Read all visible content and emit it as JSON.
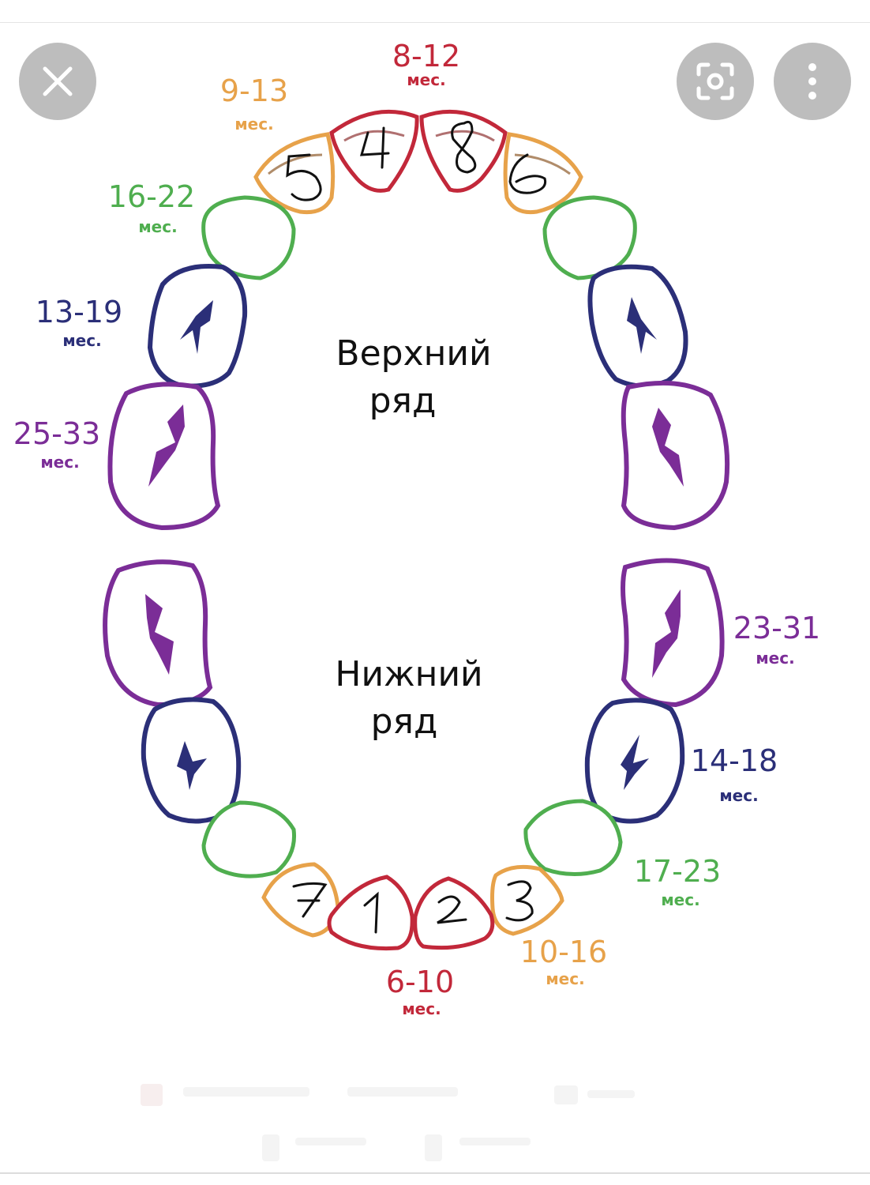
{
  "toolbar": {
    "close_icon": "close-icon",
    "lens_icon": "lens-search-icon",
    "more_icon": "more-vertical-icon"
  },
  "diagram": {
    "upper_row_label": [
      "Верхний",
      "ряд"
    ],
    "lower_row_label": [
      "Нижний",
      "ряд"
    ],
    "unit": "мес.",
    "colors": {
      "red": "#c2283a",
      "orange": "#e7a24a",
      "green": "#4fae4f",
      "navy": "#2b2f78",
      "purple": "#7b2d97"
    },
    "age_labels": [
      {
        "range": "8-12",
        "unit": "мес.",
        "color": "red"
      },
      {
        "range": "9-13",
        "unit": "мес.",
        "color": "orange"
      },
      {
        "range": "16-22",
        "unit": "мес.",
        "color": "green"
      },
      {
        "range": "13-19",
        "unit": "мес.",
        "color": "navy"
      },
      {
        "range": "25-33",
        "unit": "мес.",
        "color": "purple"
      },
      {
        "range": "23-31",
        "unit": "мес.",
        "color": "purple"
      },
      {
        "range": "14-18",
        "unit": "мес.",
        "color": "navy"
      },
      {
        "range": "17-23",
        "unit": "мес.",
        "color": "green"
      },
      {
        "range": "10-16",
        "unit": "мес.",
        "color": "orange"
      },
      {
        "range": "6-10",
        "unit": "мес.",
        "color": "red"
      }
    ],
    "handwritten_numbers": [
      "5",
      "4",
      "8",
      "6",
      "7",
      "1",
      "2",
      "3"
    ]
  }
}
